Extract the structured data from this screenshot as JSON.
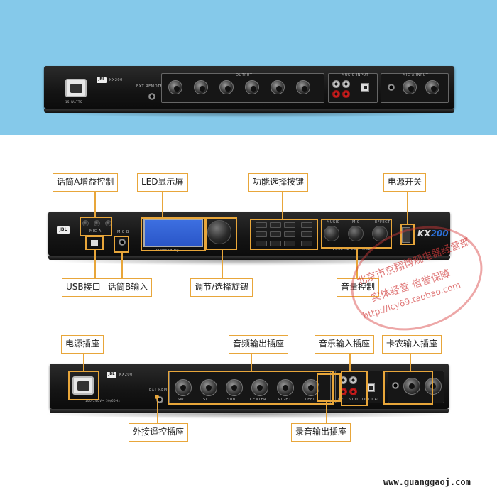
{
  "brand": {
    "logo": "JBL",
    "model": "KX200",
    "model_prefix": "KX",
    "model_suffix": "200"
  },
  "rear_panel": {
    "power_rating": "15 WATTS",
    "voltage": "100-240V~ 50/60Hz",
    "ext_remote": "EXT REMOTE",
    "output_header": "OUTPUT",
    "music_input_header": "MUSIC INPUT",
    "mic_input_header": "MIC A INPUT",
    "outputs": [
      "SW",
      "SL",
      "SUB",
      "CENTER",
      "RIGHT",
      "LEFT"
    ],
    "rec_label": "REC",
    "vcd_label": "VCD",
    "optical_label": "OPTICAL"
  },
  "front_panel": {
    "mic_label": "MIC A",
    "mic_b_label": "MIC B",
    "lcd_caption": "Powered by",
    "volume_labels": [
      "MUSIC",
      "MIC",
      "EFFECT"
    ],
    "volume_control": "VOLUME CONTROL"
  },
  "annotations_front": {
    "mic_a_gain": "话筒A增益控制",
    "led_display": "LED显示屏",
    "function_buttons": "功能选择按键",
    "power_switch": "电源开关",
    "usb_port": "USB接口",
    "mic_b_input": "话筒B输入",
    "adjust_knob": "调节/选择旋钮",
    "volume_control": "音量控制"
  },
  "annotations_rear": {
    "power_socket": "电源插座",
    "audio_output": "音频输出插座",
    "music_input": "音乐输入插座",
    "xlr_input": "卡农输入插座",
    "ext_remote_socket": "外接遥控插座",
    "rec_output": "录音输出插座"
  },
  "watermark": {
    "line1": "北京市京翔博观电器经营部",
    "line2": "实体经营 信誉保障",
    "line3": "http://lcy69.taobao.com"
  },
  "site": "www.guanggaoj.com",
  "colors": {
    "accent": "#e8a63a",
    "banner": "#85c9ea",
    "lcd": "#3d6fe0"
  }
}
